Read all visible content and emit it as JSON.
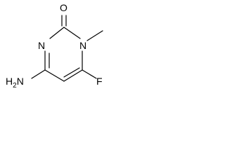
{
  "molecule": {
    "atoms": {
      "carbonyl_oxygen": "O",
      "ring_nitrogen_1": "N",
      "ring_nitrogen_3": "N",
      "methyl_group": "",
      "amino_group": "H2N",
      "fluorine": "F"
    }
  },
  "colors": {
    "background": "#ffffff",
    "ink": "#000000"
  }
}
